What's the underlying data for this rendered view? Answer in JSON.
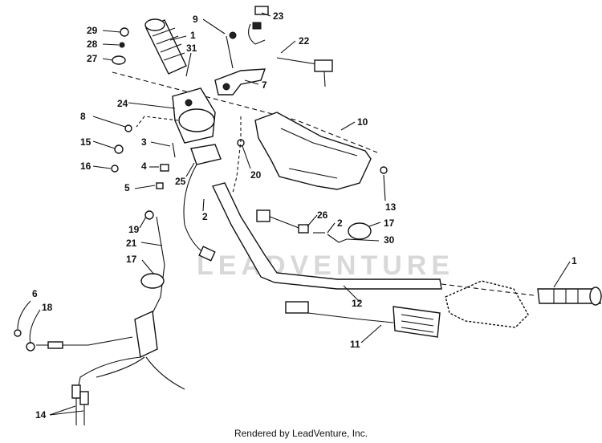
{
  "diagram": {
    "watermark": "LEADVENTURE",
    "footer": "Rendered by LeadVenture, Inc.",
    "callouts": [
      "29",
      "28",
      "27",
      "1",
      "9",
      "23",
      "31",
      "22",
      "7",
      "24",
      "8",
      "3",
      "15",
      "16",
      "4",
      "5",
      "25",
      "10",
      "20",
      "13",
      "2",
      "19",
      "26",
      "2",
      "17",
      "21",
      "30",
      "17",
      "1",
      "6",
      "18",
      "12",
      "11",
      "14"
    ]
  }
}
